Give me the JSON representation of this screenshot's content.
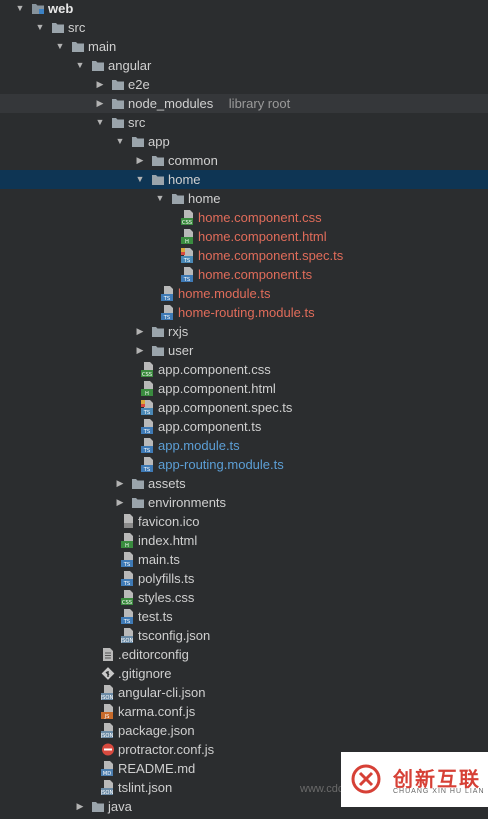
{
  "tree": [
    {
      "level": 0,
      "type": "module",
      "expanded": true,
      "name": "web",
      "style": "bold"
    },
    {
      "level": 1,
      "type": "dir",
      "expanded": true,
      "name": "src"
    },
    {
      "level": 2,
      "type": "dir",
      "expanded": true,
      "name": "main"
    },
    {
      "level": 3,
      "type": "dir",
      "expanded": true,
      "name": "angular"
    },
    {
      "level": 4,
      "type": "dir",
      "expanded": false,
      "name": "e2e"
    },
    {
      "level": 4,
      "type": "dir",
      "expanded": false,
      "name": "node_modules",
      "extra": "library root",
      "style": "muted",
      "highlight": "root"
    },
    {
      "level": 4,
      "type": "dir",
      "expanded": true,
      "name": "src"
    },
    {
      "level": 5,
      "type": "dir",
      "expanded": true,
      "name": "app"
    },
    {
      "level": 6,
      "type": "dir",
      "expanded": false,
      "name": "common"
    },
    {
      "level": 6,
      "type": "dir",
      "expanded": true,
      "name": "home",
      "highlight": "selected"
    },
    {
      "level": 7,
      "type": "dir",
      "expanded": true,
      "name": "home"
    },
    {
      "level": 8,
      "type": "css",
      "name": "home.component.css",
      "style": "red"
    },
    {
      "level": 8,
      "type": "html",
      "name": "home.component.html",
      "style": "red"
    },
    {
      "level": 8,
      "type": "spec",
      "name": "home.component.spec.ts",
      "style": "red"
    },
    {
      "level": 8,
      "type": "ts",
      "name": "home.component.ts",
      "style": "red"
    },
    {
      "level": 7,
      "type": "ts",
      "name": "home.module.ts",
      "style": "red"
    },
    {
      "level": 7,
      "type": "ts",
      "name": "home-routing.module.ts",
      "style": "red"
    },
    {
      "level": 6,
      "type": "dir",
      "expanded": false,
      "name": "rxjs"
    },
    {
      "level": 6,
      "type": "dir",
      "expanded": false,
      "name": "user"
    },
    {
      "level": 6,
      "type": "css",
      "name": "app.component.css"
    },
    {
      "level": 6,
      "type": "html",
      "name": "app.component.html"
    },
    {
      "level": 6,
      "type": "spec",
      "name": "app.component.spec.ts"
    },
    {
      "level": 6,
      "type": "ts",
      "name": "app.component.ts"
    },
    {
      "level": 6,
      "type": "ts",
      "name": "app.module.ts",
      "style": "blue"
    },
    {
      "level": 6,
      "type": "ts",
      "name": "app-routing.module.ts",
      "style": "blue"
    },
    {
      "level": 5,
      "type": "dir",
      "expanded": false,
      "name": "assets"
    },
    {
      "level": 5,
      "type": "dir",
      "expanded": false,
      "name": "environments"
    },
    {
      "level": 5,
      "type": "ico",
      "name": "favicon.ico"
    },
    {
      "level": 5,
      "type": "html",
      "name": "index.html"
    },
    {
      "level": 5,
      "type": "ts",
      "name": "main.ts"
    },
    {
      "level": 5,
      "type": "ts",
      "name": "polyfills.ts"
    },
    {
      "level": 5,
      "type": "css",
      "name": "styles.css"
    },
    {
      "level": 5,
      "type": "ts",
      "name": "test.ts"
    },
    {
      "level": 5,
      "type": "json",
      "name": "tsconfig.json"
    },
    {
      "level": 4,
      "type": "config",
      "name": ".editorconfig"
    },
    {
      "level": 4,
      "type": "git",
      "name": ".gitignore"
    },
    {
      "level": 4,
      "type": "json",
      "name": "angular-cli.json"
    },
    {
      "level": 4,
      "type": "js",
      "name": "karma.conf.js"
    },
    {
      "level": 4,
      "type": "json",
      "name": "package.json"
    },
    {
      "level": 4,
      "type": "protractor",
      "name": "protractor.conf.js"
    },
    {
      "level": 4,
      "type": "md",
      "name": "README.md"
    },
    {
      "level": 4,
      "type": "json",
      "name": "tslint.json"
    },
    {
      "level": 3,
      "type": "dir",
      "expanded": false,
      "name": "java"
    }
  ],
  "watermark": {
    "name": "创新互联",
    "sub": "CHUANG XIN HU LIAN",
    "ghost": "www.cdcxhl.com"
  },
  "colors": {
    "background": "#2b2d2f",
    "selected_row": "#0e3554",
    "modified_red": "#e06c5a",
    "added_blue": "#5c9fd6"
  }
}
